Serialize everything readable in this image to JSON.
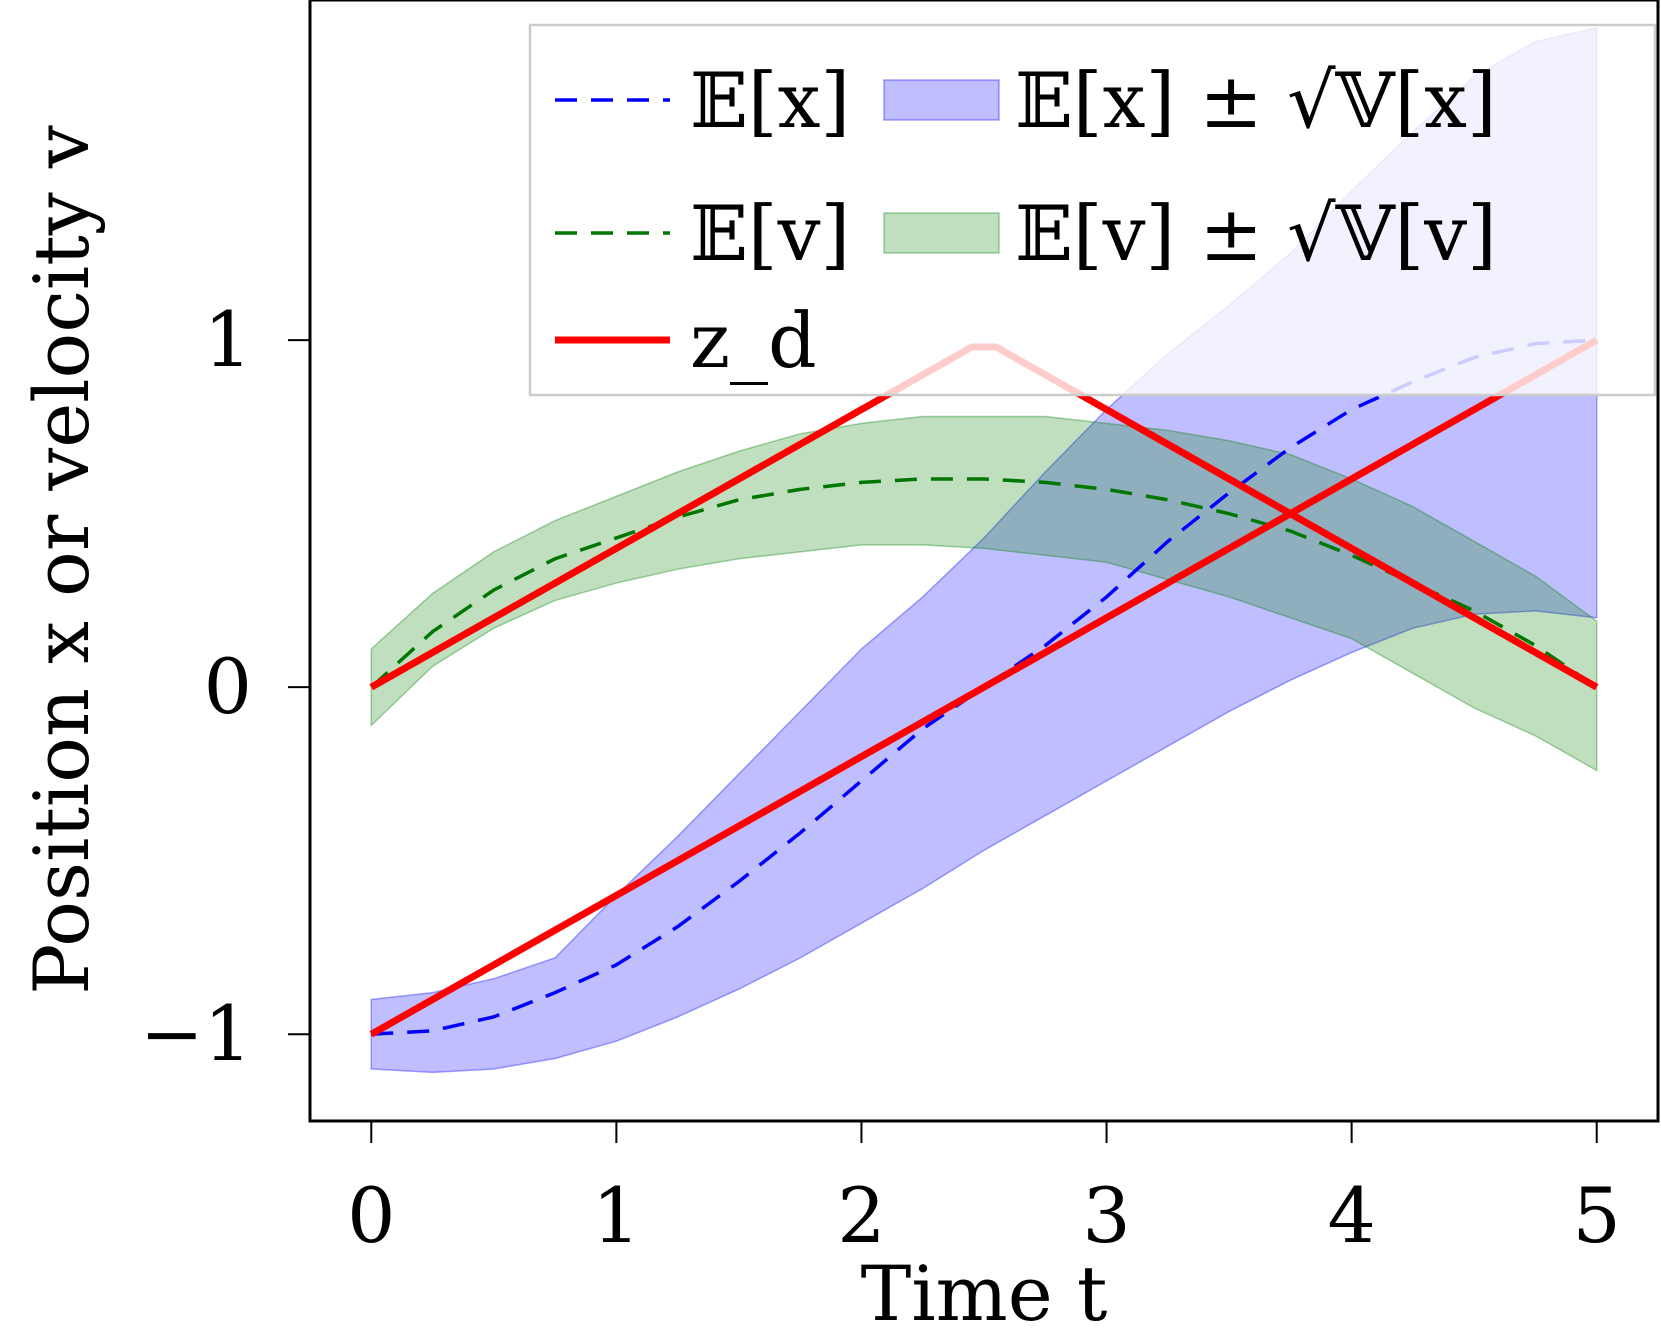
{
  "chart_data": {
    "type": "line",
    "xlabel": "Time t",
    "ylabel": "Position x or velocity v",
    "xlim": [
      -0.25,
      5.25
    ],
    "ylim": [
      -1.25,
      1.98
    ],
    "xticks": [
      0,
      1,
      2,
      3,
      4,
      5
    ],
    "xtick_labels": [
      "0",
      "1",
      "2",
      "3",
      "4",
      "5"
    ],
    "yticks": [
      -1,
      0,
      1
    ],
    "ytick_labels": [
      "−1",
      "0",
      "1"
    ],
    "grid": false,
    "legend_position": "top-right",
    "series": [
      {
        "name": "𝔼[x]",
        "kind": "dashed-line",
        "color": "#0000ff",
        "x": [
          0,
          0.25,
          0.5,
          0.75,
          1,
          1.25,
          1.5,
          1.75,
          2,
          2.25,
          2.5,
          2.75,
          3,
          3.25,
          3.5,
          3.75,
          4,
          4.25,
          4.5,
          4.75,
          5
        ],
        "y": [
          -1.0,
          -0.99,
          -0.95,
          -0.88,
          -0.8,
          -0.69,
          -0.56,
          -0.42,
          -0.27,
          -0.12,
          0.0,
          0.12,
          0.26,
          0.42,
          0.56,
          0.69,
          0.8,
          0.88,
          0.95,
          0.99,
          1.0
        ]
      },
      {
        "name": "𝔼[x] ± √𝕍[x]",
        "kind": "band",
        "color": "#0000ff",
        "opacity": 0.25,
        "x": [
          0,
          0.25,
          0.5,
          0.75,
          1,
          1.25,
          1.5,
          1.75,
          2,
          2.25,
          2.5,
          2.75,
          3,
          3.25,
          3.5,
          3.75,
          4,
          4.25,
          4.5,
          4.75,
          5
        ],
        "lower": [
          -1.1,
          -1.11,
          -1.1,
          -1.07,
          -1.02,
          -0.95,
          -0.87,
          -0.78,
          -0.68,
          -0.58,
          -0.47,
          -0.37,
          -0.27,
          -0.17,
          -0.07,
          0.02,
          0.1,
          0.17,
          0.21,
          0.22,
          0.2
        ],
        "upper": [
          -0.9,
          -0.88,
          -0.84,
          -0.78,
          -0.6,
          -0.43,
          -0.25,
          -0.07,
          0.11,
          0.26,
          0.43,
          0.62,
          0.8,
          0.96,
          1.1,
          1.25,
          1.43,
          1.6,
          1.76,
          1.86,
          1.9
        ]
      },
      {
        "name": "𝔼[v]",
        "kind": "dashed-line",
        "color": "#007700",
        "x": [
          0,
          0.25,
          0.5,
          0.75,
          1,
          1.25,
          1.5,
          1.75,
          2,
          2.25,
          2.5,
          2.75,
          3,
          3.25,
          3.5,
          3.75,
          4,
          4.25,
          4.5,
          4.75,
          5
        ],
        "y": [
          0.0,
          0.16,
          0.28,
          0.37,
          0.43,
          0.49,
          0.54,
          0.57,
          0.59,
          0.6,
          0.6,
          0.59,
          0.57,
          0.54,
          0.5,
          0.45,
          0.38,
          0.3,
          0.22,
          0.12,
          0.0
        ]
      },
      {
        "name": "𝔼[v] ± √𝕍[v]",
        "kind": "band",
        "color": "#008000",
        "opacity": 0.25,
        "x": [
          0,
          0.25,
          0.5,
          0.75,
          1,
          1.25,
          1.5,
          1.75,
          2,
          2.25,
          2.5,
          2.75,
          3,
          3.25,
          3.5,
          3.75,
          4,
          4.25,
          4.5,
          4.75,
          5
        ],
        "lower": [
          -0.11,
          0.06,
          0.17,
          0.25,
          0.3,
          0.34,
          0.37,
          0.39,
          0.41,
          0.41,
          0.4,
          0.38,
          0.36,
          0.31,
          0.26,
          0.2,
          0.14,
          0.04,
          -0.06,
          -0.14,
          -0.24
        ],
        "upper": [
          0.11,
          0.27,
          0.39,
          0.48,
          0.55,
          0.62,
          0.68,
          0.73,
          0.76,
          0.78,
          0.78,
          0.78,
          0.76,
          0.74,
          0.71,
          0.67,
          0.6,
          0.52,
          0.42,
          0.32,
          0.19
        ]
      },
      {
        "name": "z_d",
        "kind": "solid-line",
        "color": "#ff0000",
        "x": [
          0,
          2.45,
          2.55,
          5
        ],
        "y": [
          0.0,
          0.98,
          0.98,
          0.0
        ]
      },
      {
        "name": "z_d",
        "kind": "solid-line",
        "color": "#ff0000",
        "show_in_legend": false,
        "x": [
          0,
          5
        ],
        "y": [
          -1.0,
          1.0
        ]
      }
    ],
    "legend_entries": [
      {
        "label": "𝔼[x]",
        "kind": "dashed-line",
        "color": "#0000ff"
      },
      {
        "label": "𝔼[x] ± √𝕍[x]",
        "kind": "band",
        "color": "#0000ff"
      },
      {
        "label": "𝔼[v]",
        "kind": "dashed-line",
        "color": "#007700"
      },
      {
        "label": "𝔼[v] ± √𝕍[v]",
        "kind": "band",
        "color": "#008000"
      },
      {
        "label": "z_d",
        "kind": "solid-line",
        "color": "#ff0000"
      }
    ]
  }
}
